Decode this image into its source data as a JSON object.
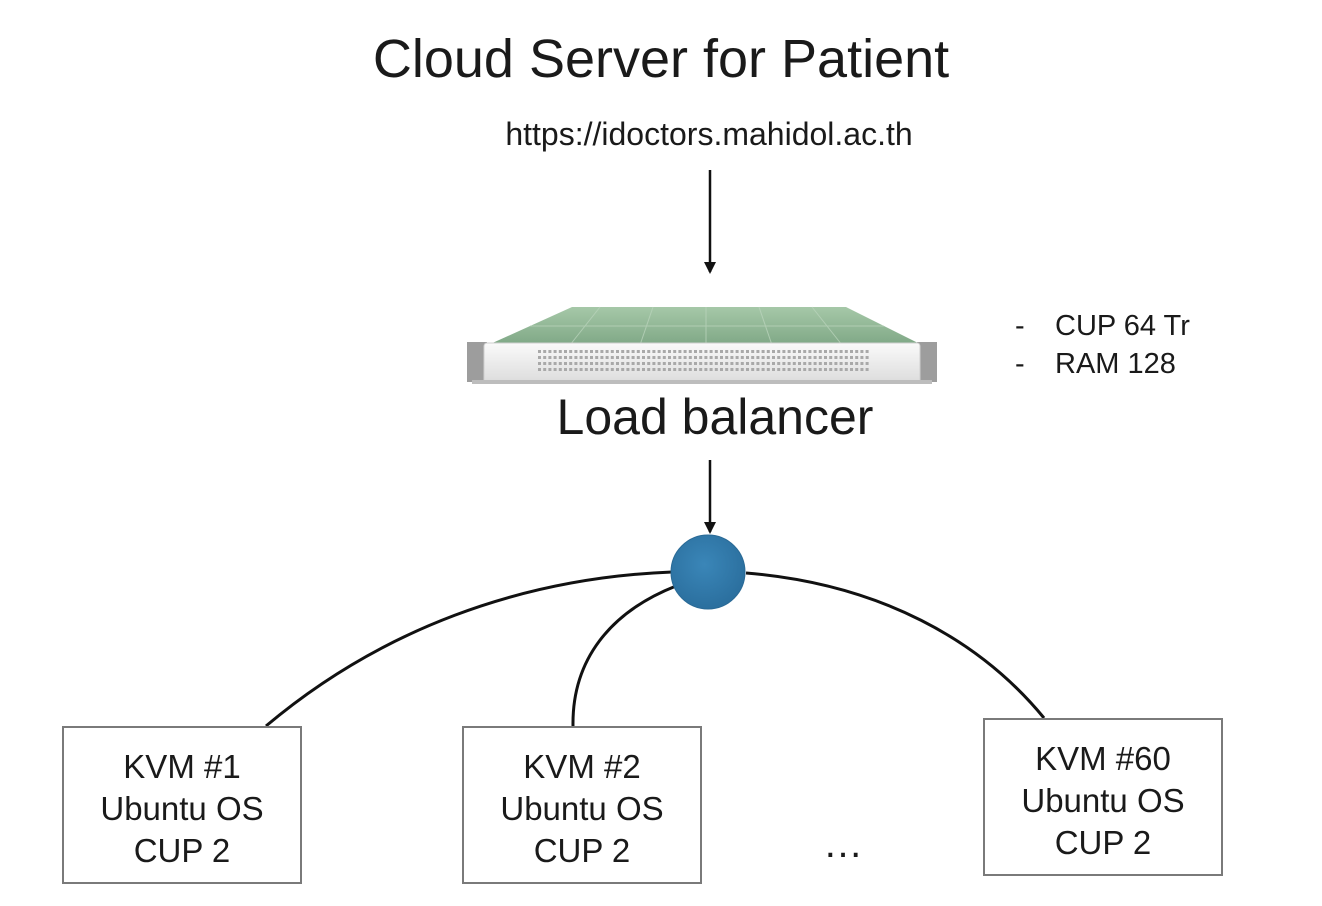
{
  "title": "Cloud Server for Patient",
  "url": "https://idoctors.mahidol.ac.th",
  "load_balancer": {
    "label": "Load balancer",
    "specs": [
      {
        "bullet": "-",
        "text": "CUP 64 Tr"
      },
      {
        "bullet": "-",
        "text": "RAM 128"
      }
    ]
  },
  "hub": {
    "color": "#2f78aa"
  },
  "nodes": [
    {
      "name": "KVM #1",
      "os": "Ubuntu OS",
      "cpu": "CUP 2"
    },
    {
      "name": "KVM #2",
      "os": "Ubuntu OS",
      "cpu": "CUP 2"
    },
    {
      "name": "KVM #60",
      "os": "Ubuntu OS",
      "cpu": "CUP 2"
    }
  ],
  "ellipsis": "…",
  "colors": {
    "server_top": "#8fb596",
    "server_front": "#f2f2f2",
    "box_border": "#7a7a7a"
  }
}
